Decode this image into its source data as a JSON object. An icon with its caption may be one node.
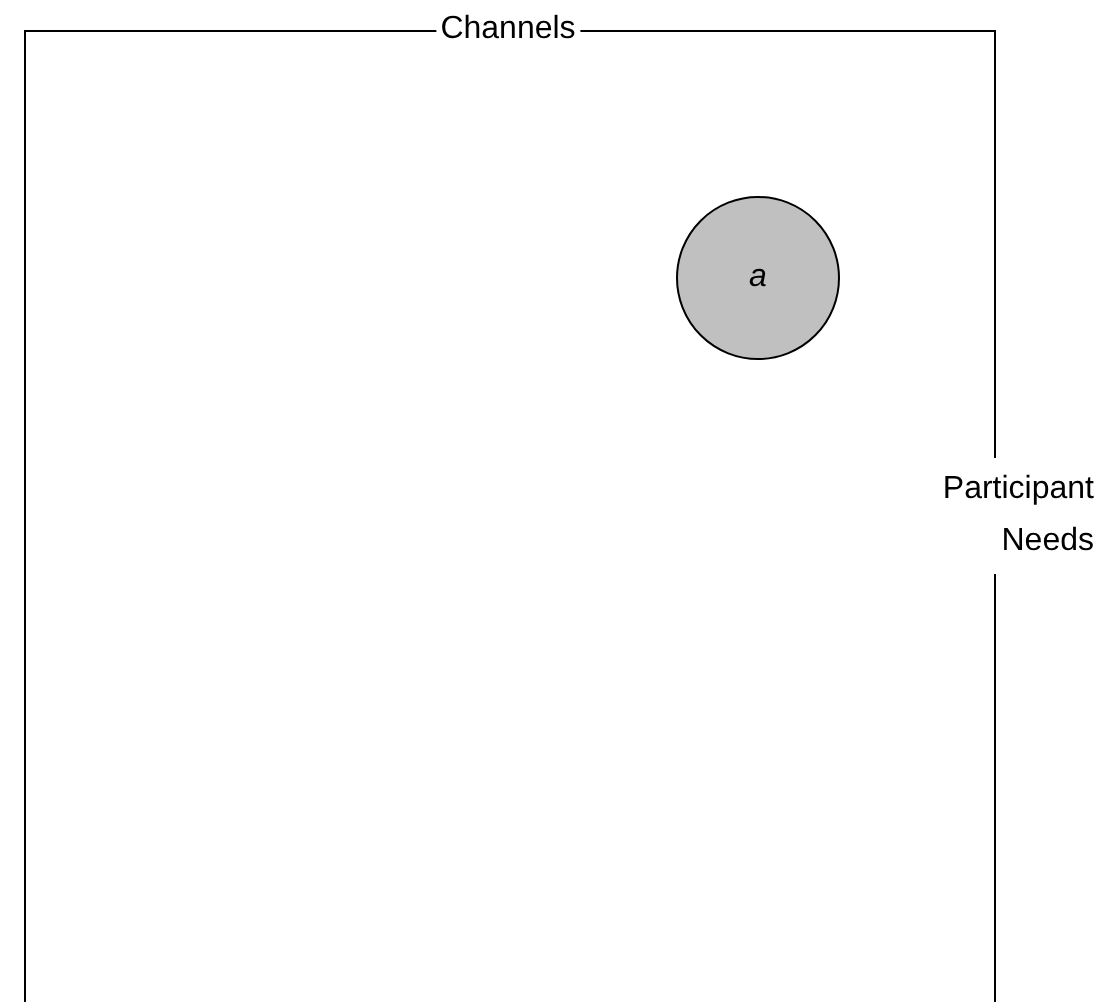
{
  "diagram": {
    "nodes": [
      {
        "text": [
          "a"
        ]
      }
    ],
    "labels": [
      "Channels",
      "Participant Needs"
    ]
  }
}
